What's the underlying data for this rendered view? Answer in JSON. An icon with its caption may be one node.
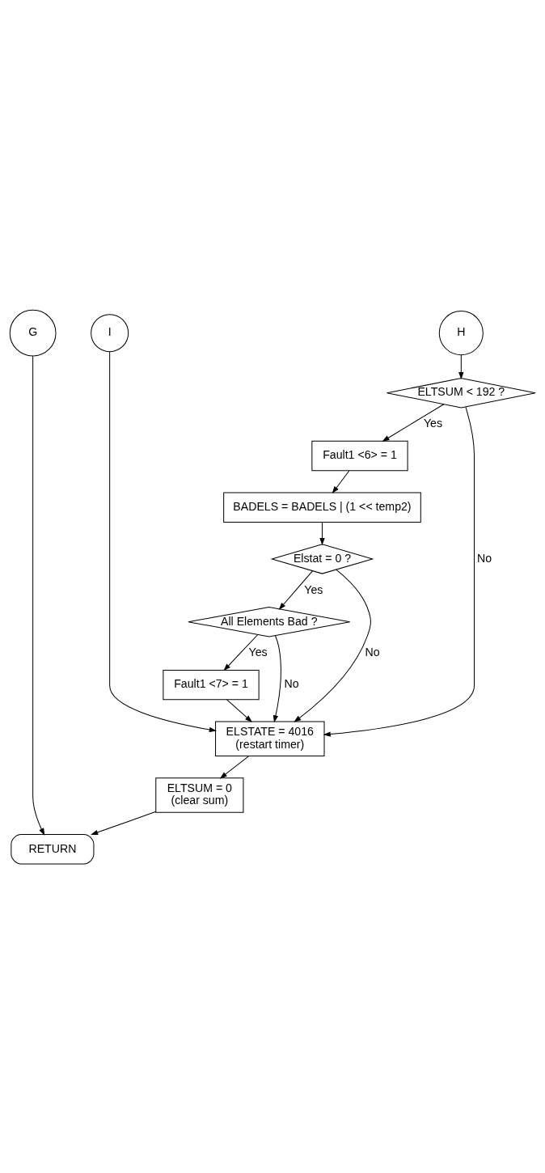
{
  "diagram": {
    "nodes": [
      {
        "text": [
          "G"
        ]
      },
      {
        "text": [
          "H"
        ]
      },
      {
        "text": [
          "I"
        ]
      },
      {
        "text": [
          "ELTSUM < 192 ?"
        ]
      },
      {
        "text": [
          "Fault1 <6> = 1"
        ]
      },
      {
        "text": [
          "BADELS = BADELS | (1 << temp2)"
        ]
      },
      {
        "text": [
          "Elstat = 0 ?"
        ]
      },
      {
        "text": [
          "All Elements Bad ?"
        ]
      },
      {
        "text": [
          "Fault1 <7> = 1"
        ]
      },
      {
        "text": [
          "ELSTATE = 4016",
          "(restart timer)"
        ]
      },
      {
        "text": [
          "ELTSUM = 0",
          "(clear sum)"
        ]
      },
      {
        "text": [
          "RETURN"
        ]
      }
    ],
    "edges": [
      {
        "from": 1,
        "to": 3,
        "arrow": "to"
      },
      {
        "from": 3,
        "to": 9,
        "arrow": "to",
        "label": "No"
      },
      {
        "from": 3,
        "to": 4,
        "arrow": "to",
        "label": "Yes"
      },
      {
        "from": 4,
        "to": 5,
        "arrow": "to"
      },
      {
        "from": 5,
        "to": 6,
        "arrow": "to"
      },
      {
        "from": 6,
        "to": 9,
        "arrow": "to",
        "label": "No"
      },
      {
        "from": 6,
        "to": 7,
        "arrow": "to",
        "label": "Yes"
      },
      {
        "from": 7,
        "to": 9,
        "arrow": "to",
        "label": "No"
      },
      {
        "from": 7,
        "to": 8,
        "arrow": "to",
        "label": "Yes"
      },
      {
        "from": 2,
        "to": 9,
        "arrow": "to"
      },
      {
        "from": 8,
        "to": 9,
        "arrow": "to"
      },
      {
        "from": 9,
        "to": 10,
        "arrow": "to"
      },
      {
        "from": 0,
        "to": 11,
        "arrow": "to"
      },
      {
        "from": 10,
        "to": 11,
        "arrow": "to"
      }
    ]
  }
}
